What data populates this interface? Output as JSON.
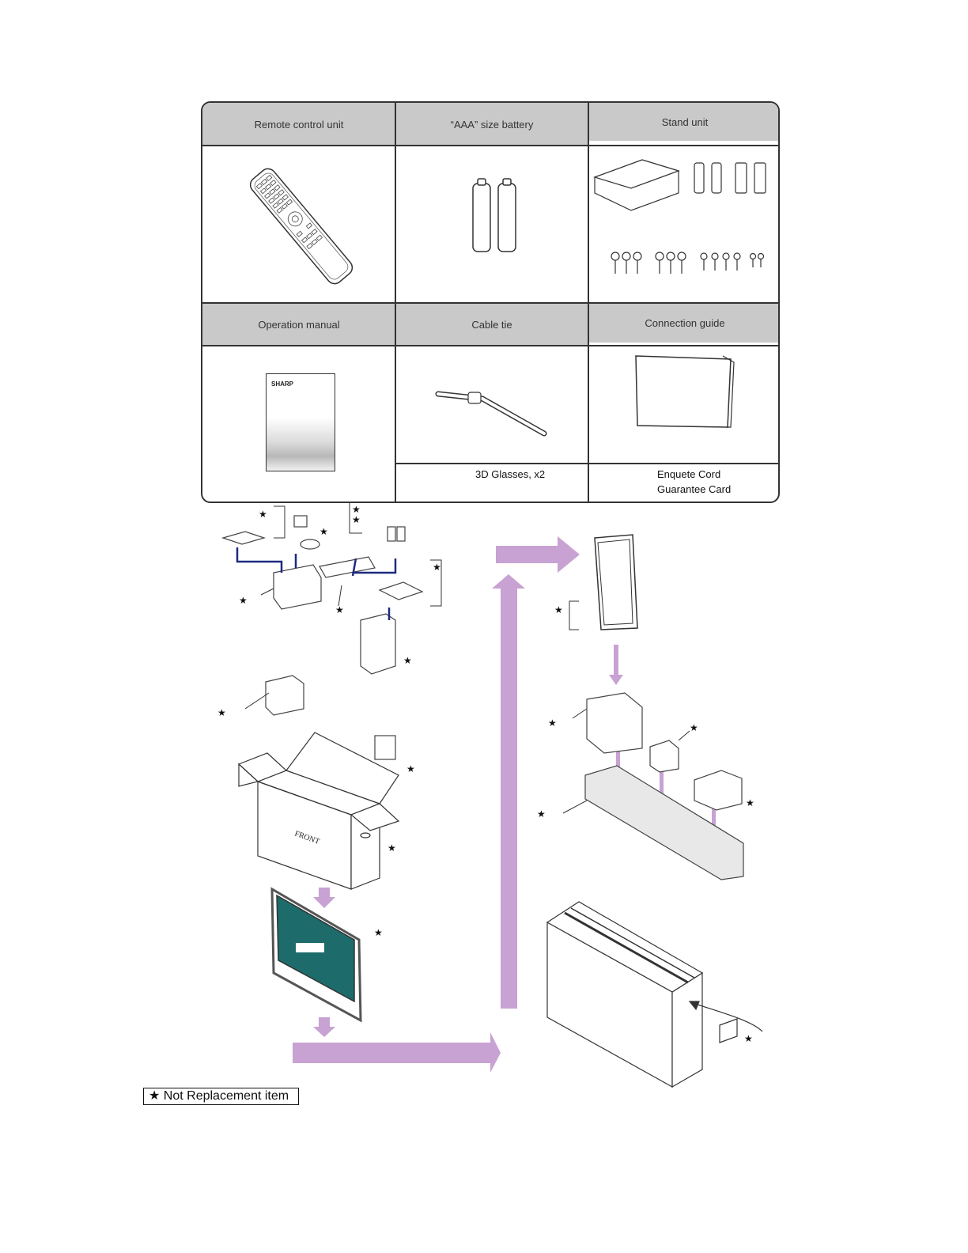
{
  "accessories": {
    "row1": {
      "remote": "Remote control unit",
      "battery": "“AAA” size battery",
      "stand": "Stand unit"
    },
    "row2": {
      "manual": "Operation manual",
      "cable_tie": "Cable tie",
      "connection_guide": "Connection guide"
    },
    "notes": {
      "glasses": "3D Glasses, x2",
      "enquete": "Enquete Cord",
      "guarantee": "Guarantee Card"
    },
    "manual_brand": "SHARP"
  },
  "packing": {
    "star": "★",
    "front_label": "FRONT",
    "arrow_color": "#c8a2d2"
  },
  "legend": "★ Not Replacement item"
}
